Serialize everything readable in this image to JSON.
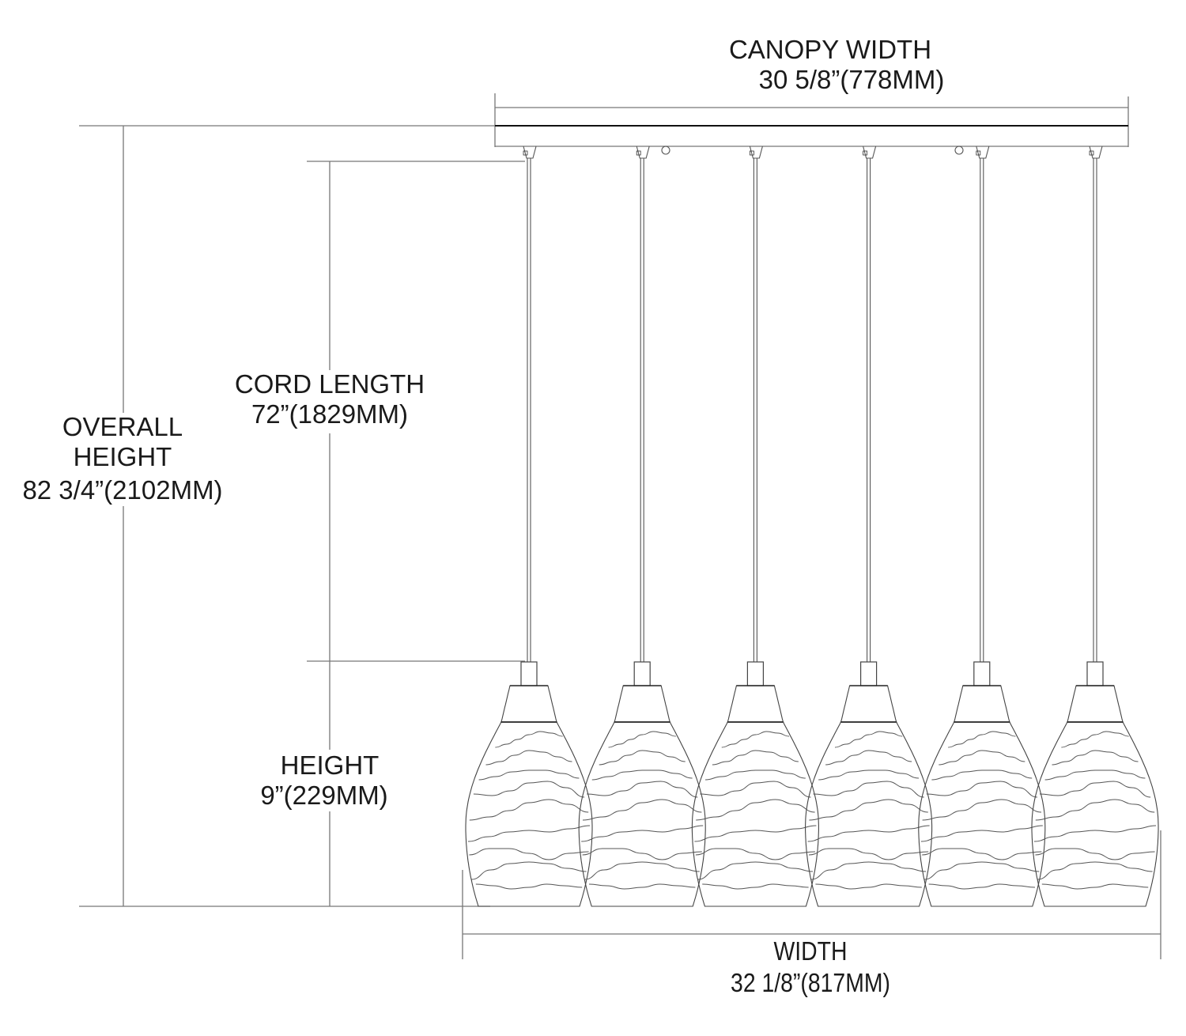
{
  "diagram": {
    "subject": "6-light linear pendant",
    "pendant_count": 6,
    "canopy_mount_holes": 2,
    "line_color": "#555555",
    "dimensions": {
      "canopy_width": {
        "title": "CANOPY WIDTH",
        "value": "30 5/8”(778MM)"
      },
      "overall_height": {
        "title_line1": "OVERALL",
        "title_line2": "HEIGHT",
        "value": "82 3/4”(2102MM)"
      },
      "cord_length": {
        "title": "CORD LENGTH",
        "value": "72”(1829MM)"
      },
      "height": {
        "title": "HEIGHT",
        "value": "9”(229MM)"
      },
      "width": {
        "title": "WIDTH",
        "value": "32 1/8”(817MM)"
      }
    }
  }
}
